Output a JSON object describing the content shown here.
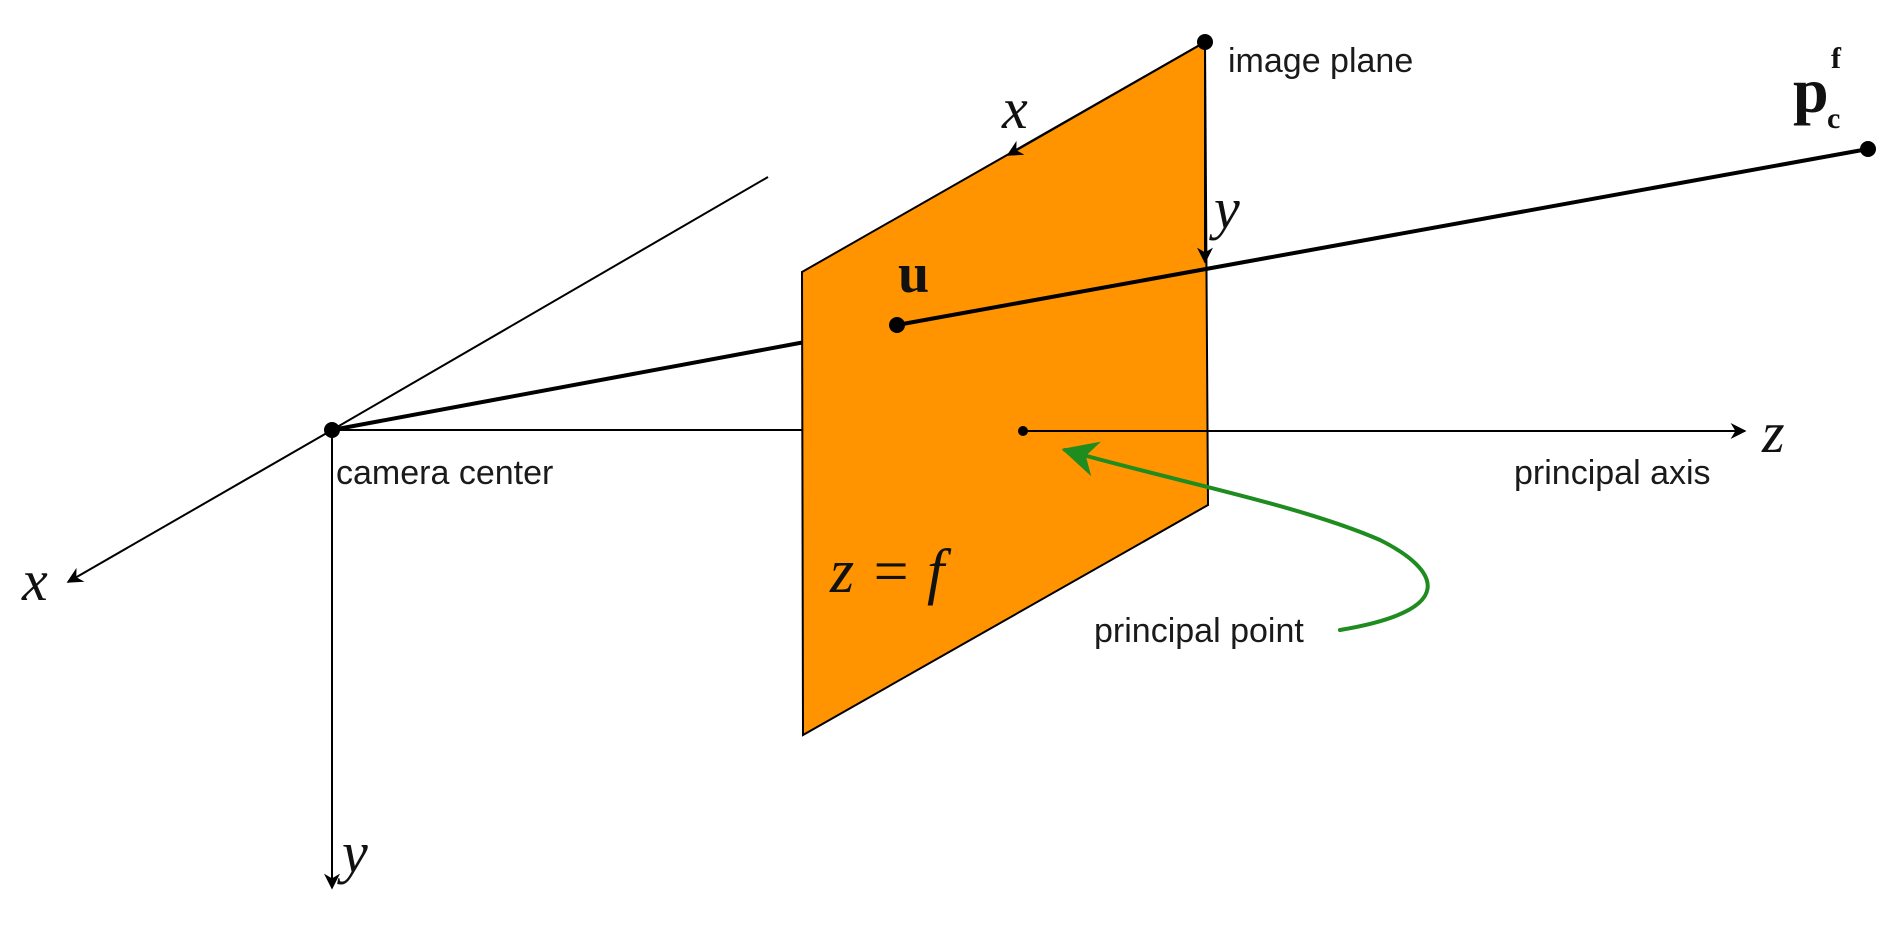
{
  "labels": {
    "image_plane": "image plane",
    "camera_center": "camera center",
    "principal_axis": "principal axis",
    "principal_point": "principal point"
  },
  "math": {
    "camera_x": "x",
    "camera_y": "y",
    "axis_z": "z",
    "plane_x": "x",
    "plane_y": "y",
    "u": "u",
    "point_base": "p",
    "point_sub": "c",
    "point_sup": "f",
    "plane_equation": "z = f"
  },
  "colors": {
    "plane_fill": "#FF9300",
    "annotation": "#1E8C1E",
    "ink": "#000000"
  }
}
